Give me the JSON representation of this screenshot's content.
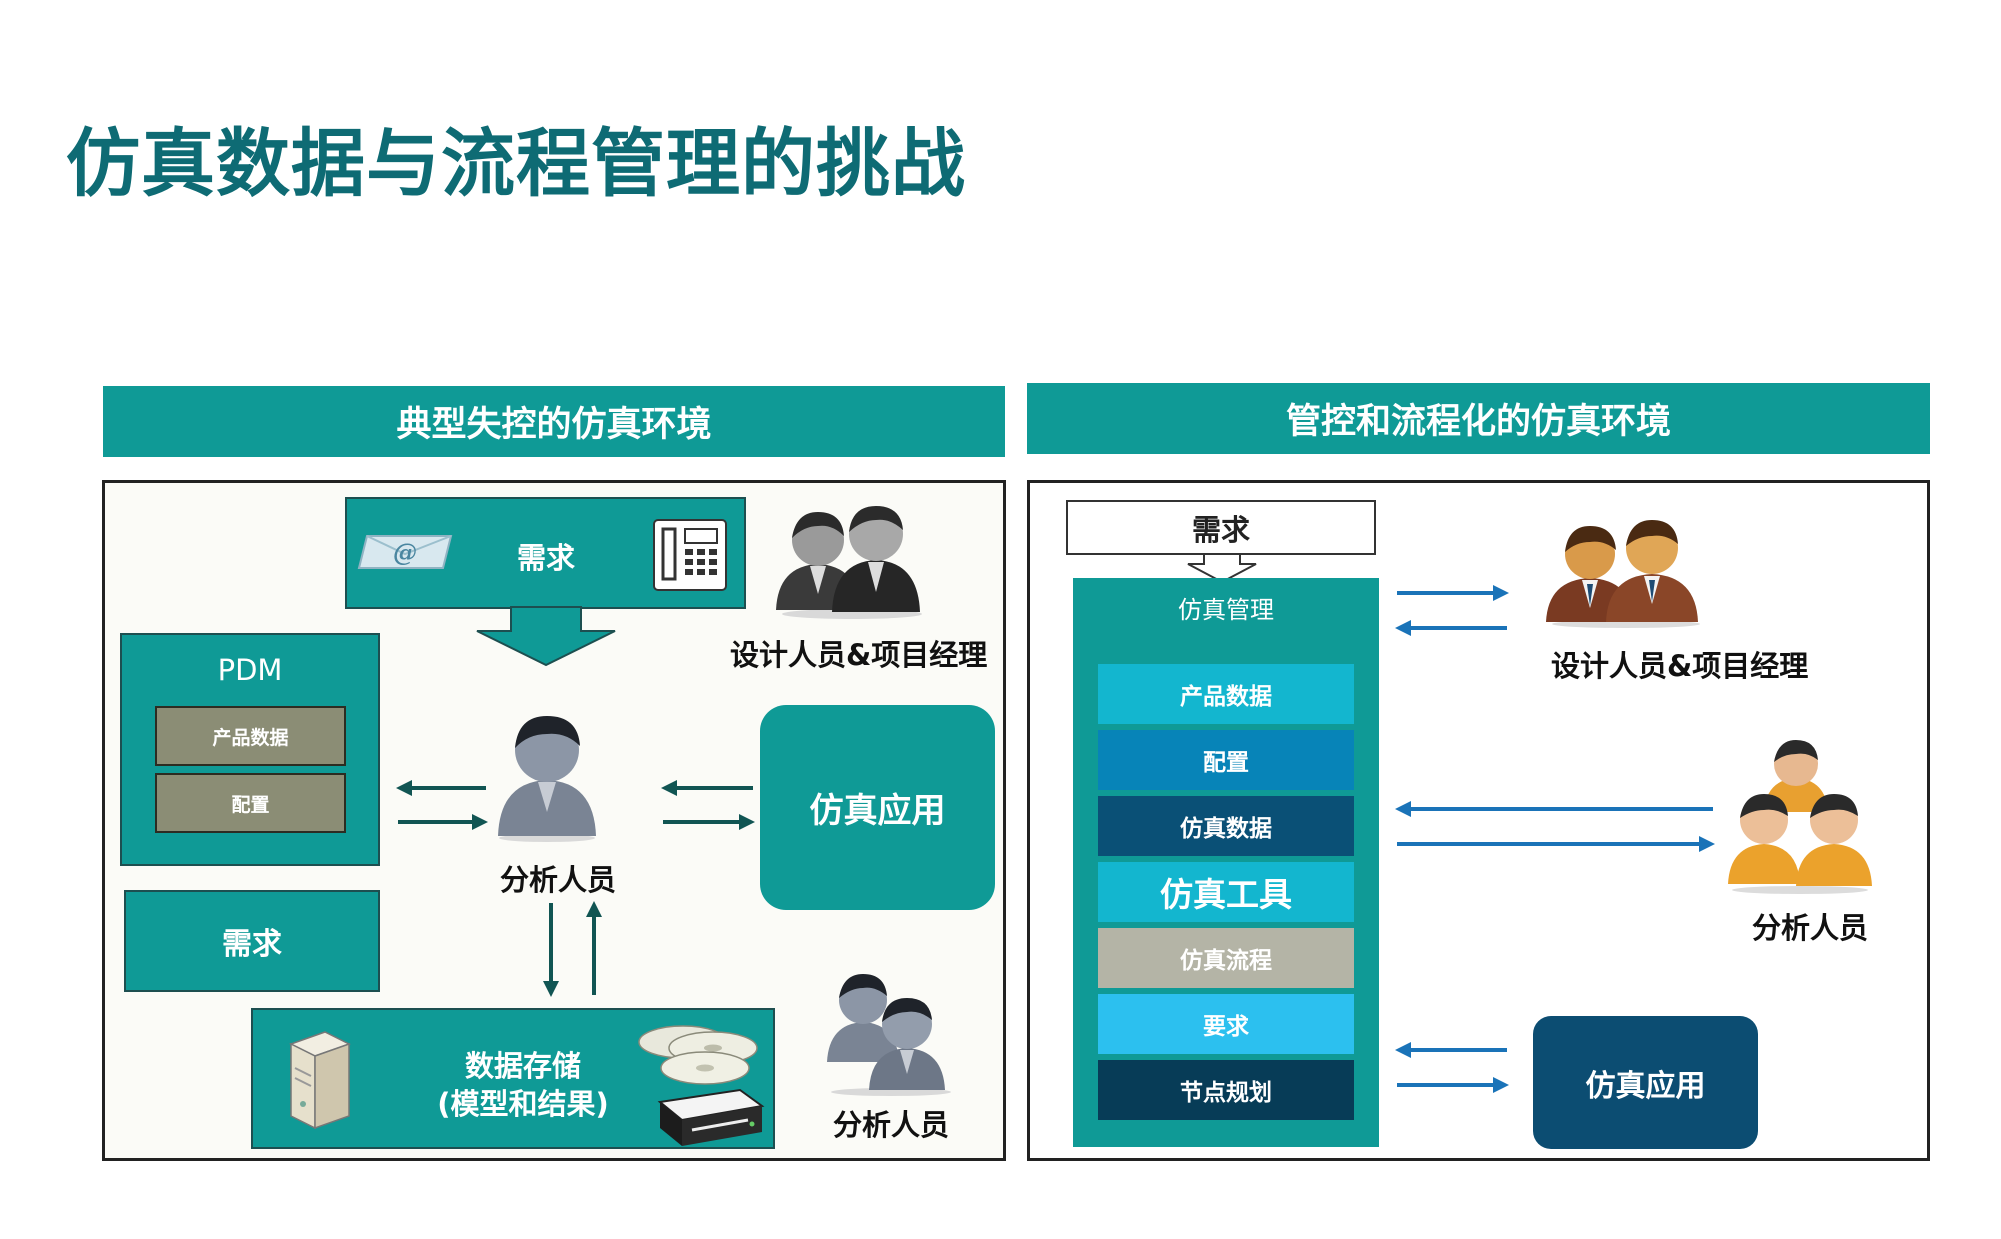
{
  "page": {
    "title": "仿真数据与流程管理的挑战"
  },
  "left": {
    "header": "典型失控的仿真环境",
    "requirement_label": "需求",
    "pdm": {
      "title": "PDM",
      "items": [
        "产品数据",
        "配置"
      ]
    },
    "requirement_box": "需求",
    "analyst_label": "分析人员",
    "designers_label": "设计人员&项目经理",
    "sim_app": "仿真应用",
    "storage": {
      "line1": "数据存储",
      "line2": "(模型和结果)"
    },
    "analysts_group_label": "分析人员",
    "icons": [
      "email-icon",
      "phone-icon",
      "people-icon",
      "person-icon",
      "server-icon",
      "disc-icon",
      "printer-icon"
    ]
  },
  "right": {
    "header": "管控和流程化的仿真环境",
    "requirement_label": "需求",
    "management_label": "仿真管理",
    "stack": [
      {
        "label": "产品数据",
        "color": "#13b6cf"
      },
      {
        "label": "配置",
        "color": "#0784b8"
      },
      {
        "label": "仿真数据",
        "color": "#0a5076"
      },
      {
        "label": "仿真工具",
        "color": "#13b6cf"
      },
      {
        "label": "仿真流程",
        "color": "#b4b4a6"
      },
      {
        "label": "要求",
        "color": "#2cc0ef"
      },
      {
        "label": "节点规划",
        "color": "#073c57"
      }
    ],
    "designers_label": "设计人员&项目经理",
    "analysts_label": "分析人员",
    "sim_app": "仿真应用"
  },
  "colors": {
    "title": "#0e6b74",
    "teal": "#0f9a96",
    "arrow_dark": "#115553",
    "arrow_blue": "#1a73b8",
    "app_navy": "#0c4d72"
  }
}
